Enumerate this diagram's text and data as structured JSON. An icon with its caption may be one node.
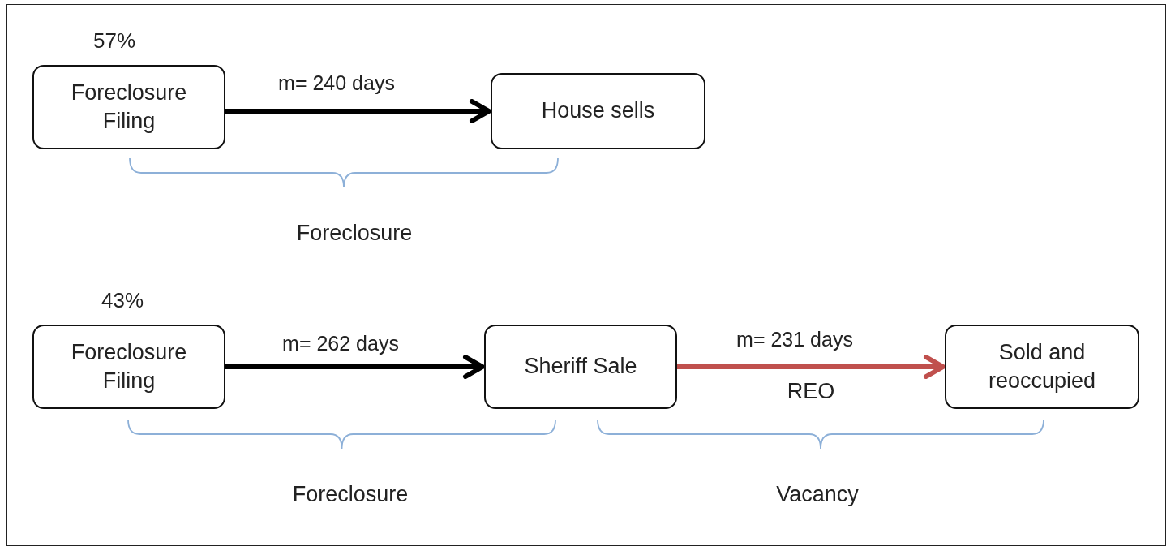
{
  "diagram": {
    "nodes": [
      {
        "text": [
          "Foreclosure Filing"
        ],
        "beside": [
          "57%"
        ]
      },
      {
        "text": [
          "House sells"
        ]
      },
      {
        "text": [
          "Foreclosure Filing"
        ],
        "beside": [
          "43%"
        ]
      },
      {
        "text": [
          "Sheriff Sale"
        ]
      },
      {
        "text": [
          "Sold and reoccupied"
        ]
      }
    ],
    "edges": [
      {
        "from": 0,
        "to": 1,
        "arrow": "to",
        "label": "m= 240 days"
      },
      {
        "from": 2,
        "to": 3,
        "arrow": "to",
        "label": "m= 262 days"
      },
      {
        "from": 3,
        "to": 4,
        "arrow": "to",
        "label": "m= 231 days",
        "color": "#c0504d"
      }
    ],
    "labels": [
      "Foreclosure",
      "REO",
      "Foreclosure",
      "Vacancy"
    ]
  }
}
